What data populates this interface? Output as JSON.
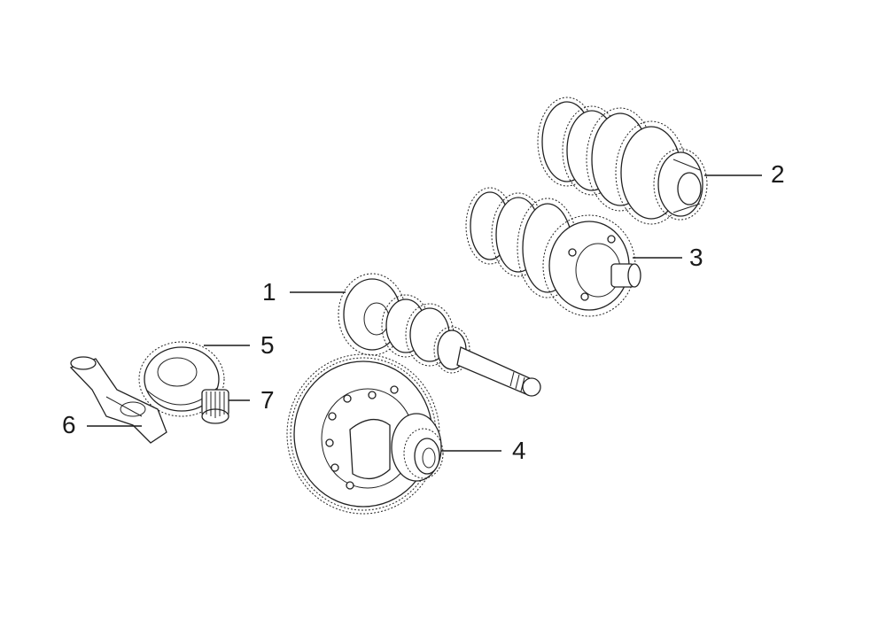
{
  "diagram": {
    "colors": {
      "line": "#222222",
      "background": "#ffffff"
    },
    "callouts": [
      {
        "id": "1",
        "label": "1",
        "part": "input-shaft-gear-cluster"
      },
      {
        "id": "2",
        "label": "2",
        "part": "upper-output-shaft"
      },
      {
        "id": "3",
        "label": "3",
        "part": "lower-output-shaft"
      },
      {
        "id": "4",
        "label": "4",
        "part": "differential-assembly"
      },
      {
        "id": "5",
        "label": "5",
        "part": "bevel-gear"
      },
      {
        "id": "6",
        "label": "6",
        "part": "angle-drive-shaft"
      },
      {
        "id": "7",
        "label": "7",
        "part": "pinion"
      }
    ]
  }
}
